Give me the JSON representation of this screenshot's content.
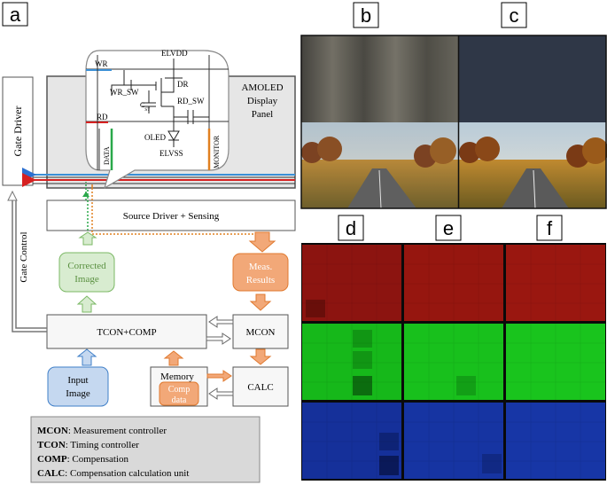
{
  "panel_labels": {
    "a": "a",
    "b": "b",
    "c": "c",
    "d": "d",
    "e": "e",
    "f": "f"
  },
  "blocks": {
    "gate_driver": "Gate Driver",
    "panel_title": [
      "AMOLED",
      "Display",
      "Panel"
    ],
    "source_driver": "Source Driver + Sensing",
    "corrected_image": [
      "Corrected",
      "Image"
    ],
    "meas_results": [
      "Meas.",
      "Results"
    ],
    "tcon_comp": "TCON+COMP",
    "mcon": "MCON",
    "input_image": [
      "Input",
      "Image"
    ],
    "memory": "Memory",
    "comp_data": [
      "Comp",
      "data"
    ],
    "calc": "CALC",
    "gate_control": "Gate Control"
  },
  "circuit": {
    "wr": "WR",
    "rd": "RD",
    "elvdd": "ELVDD",
    "dr": "DR",
    "wr_sw": "WR_SW",
    "rd_sw": "RD_SW",
    "cst_c": "C",
    "cst_sub": "ST",
    "oled": "OLED",
    "elvss": "ELVSS",
    "data": "DATA",
    "monitor": "MONITOR"
  },
  "legend": [
    {
      "abbr": "MCON",
      "desc": ": Measurement controller"
    },
    {
      "abbr": "TCON",
      "desc": ": Timing controller"
    },
    {
      "abbr": "COMP",
      "desc": ":  Compensation"
    },
    {
      "abbr": "CALC",
      "desc": ":  Compensation  calculation unit"
    }
  ],
  "colors": {
    "wr_line": "#3a8fd6",
    "rd_line": "#d62020",
    "data_line": "#2aa84a",
    "monitor_line": "#e08020",
    "green_fill": "#d8ecd0",
    "green_stroke": "#7bb865",
    "orange_fill": "#f2a878",
    "orange_stroke": "#e07a30",
    "blue_fill": "#c5d8f0",
    "blue_stroke": "#3f7fc8",
    "legend_fill": "#d9d9d9",
    "red_screen": "#8c1410",
    "green_screen": "#16b81a",
    "blue_screen": "#15309a"
  }
}
